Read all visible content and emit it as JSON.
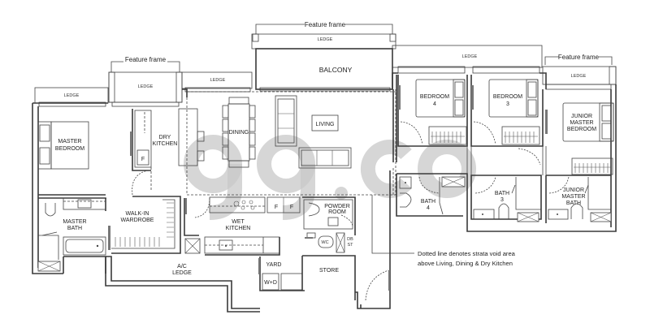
{
  "floor_plan": {
    "feature_frames": [
      {
        "label": "Feature frame"
      },
      {
        "label": "Feature frame"
      },
      {
        "label": "Feature frame"
      }
    ],
    "ledges": [
      {
        "label": "LEDGE"
      },
      {
        "label": "LEDGE"
      },
      {
        "label": "LEDGE"
      },
      {
        "label": "LEDGE"
      },
      {
        "label": "LEDGE"
      },
      {
        "label": "LEDGE"
      }
    ],
    "rooms": {
      "balcony": "BALCONY",
      "living": "LIVING",
      "dining": "DINING",
      "dry_kitchen_1": "DRY",
      "dry_kitchen_2": "KITCHEN",
      "master_bedroom_1": "MASTER",
      "master_bedroom_2": "BEDROOM",
      "master_bath_1": "MASTER",
      "master_bath_2": "BATH",
      "walk_in_wardrobe_1": "WALK-IN",
      "walk_in_wardrobe_2": "WARDROBE",
      "wet_kitchen_1": "WET",
      "wet_kitchen_2": "KITCHEN",
      "ac_ledge_1": "A/C",
      "ac_ledge_2": "LEDGE",
      "yard": "YARD",
      "washer_dryer": "W+D",
      "store": "STORE",
      "powder_room_1": "POWDER",
      "powder_room_2": "ROOM",
      "wc": "WC",
      "db_st_1": "DB",
      "db_st_2": "ST",
      "bedroom4_1": "BEDROOM",
      "bedroom4_2": "4",
      "bedroom3_1": "BEDROOM",
      "bedroom3_2": "3",
      "junior_master_bedroom_1": "JUNIOR",
      "junior_master_bedroom_2": "MASTER",
      "junior_master_bedroom_3": "BEDROOM",
      "bath4_1": "BATH",
      "bath4_2": "4",
      "bath3_1": "BATH",
      "bath3_2": "3",
      "junior_master_bath_1": "JUNIOR",
      "junior_master_bath_2": "MASTER",
      "junior_master_bath_3": "BATH",
      "fridge": "F"
    },
    "note": {
      "line1": "Dotted line denotes strata void area",
      "line2": "above Living, Dining & Dry Kitchen"
    },
    "watermark": "99.co"
  }
}
